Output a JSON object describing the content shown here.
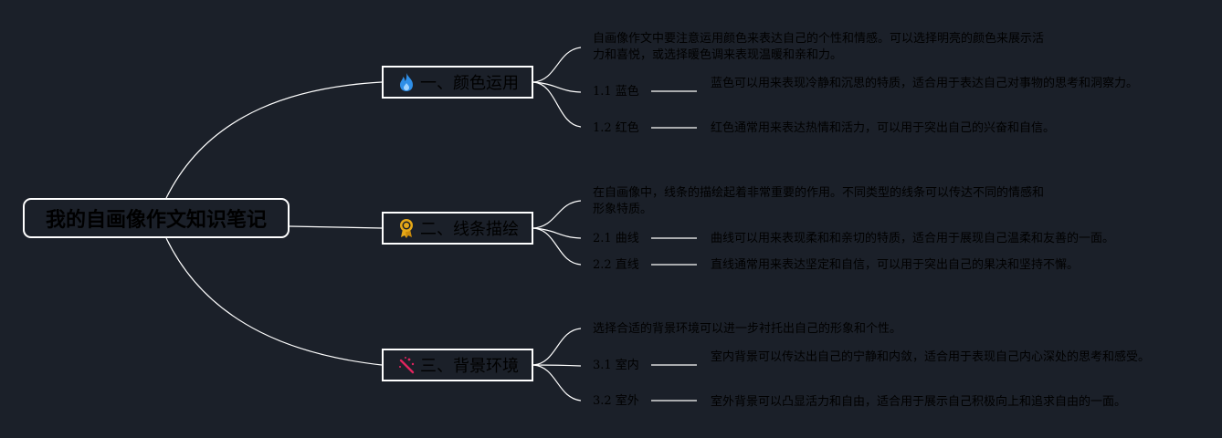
{
  "root": {
    "title": "我的自画像作文知识笔记"
  },
  "branches": [
    {
      "label": "一、颜色运用",
      "icon": "flame-icon",
      "icon_color": "#2f8fe8",
      "description": "自画像作文中要注意运用颜色来表达自己的个性和情感。可以选择明亮的颜色来展示活力和喜悦，或选择暖色调来表现温暖和亲和力。",
      "subs": [
        {
          "label": "1.1 蓝色",
          "detail": "蓝色可以用来表现冷静和沉思的特质，适合用于表达自己对事物的思考和洞察力。"
        },
        {
          "label": "1.2 红色",
          "detail": "红色通常用来表达热情和活力，可以用于突出自己的兴奋和自信。"
        }
      ]
    },
    {
      "label": "二、线条描绘",
      "icon": "award-ribbon-icon",
      "icon_color": "#e6a817",
      "description": "在自画像中，线条的描绘起着非常重要的作用。不同类型的线条可以传达不同的情感和形象特质。",
      "subs": [
        {
          "label": "2.1 曲线",
          "detail": "曲线可以用来表现柔和和亲切的特质，适合用于展现自己温柔和友善的一面。"
        },
        {
          "label": "2.2 直线",
          "detail": "直线通常用来表达坚定和自信，可以用于突出自己的果决和坚持不懈。"
        }
      ]
    },
    {
      "label": "三、背景环境",
      "icon": "magic-wand-icon",
      "icon_color": "#e0245e",
      "description": "选择合适的背景环境可以进一步衬托出自己的形象和个性。",
      "subs": [
        {
          "label": "3.1 室内",
          "detail": "室内背景可以传达出自己的宁静和内敛，适合用于表现自己内心深处的思考和感受。"
        },
        {
          "label": "3.2 室外",
          "detail": "室外背景可以凸显活力和自由，适合用于展示自己积极向上和追求自由的一面。"
        }
      ]
    }
  ],
  "colors": {
    "background": "#1b2029",
    "line": "#ffffff",
    "text": "#000000"
  }
}
